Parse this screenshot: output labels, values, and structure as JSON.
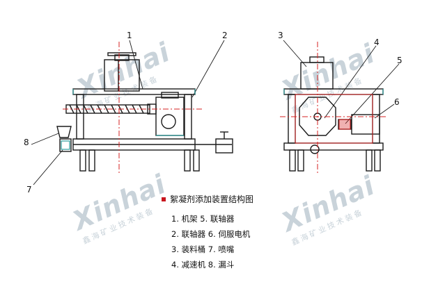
{
  "watermarks": [
    {
      "main": "Xinhai",
      "sub": "鑫海矿业技术装备"
    },
    {
      "main": "Xinhai",
      "sub": "鑫海矿业技术装备"
    },
    {
      "main": "Xinhai",
      "sub": "鑫海矿业技术装备"
    },
    {
      "main": "Xinhai",
      "sub": "鑫海矿业技术装备"
    }
  ],
  "legend": {
    "title": "絮凝剂添加装置结构图",
    "title_marker_color": "#c8161d",
    "items": [
      "1. 机架  5. 联轴器",
      "2. 联轴器 6. 伺服电机",
      "3. 装料桶 7. 喷嘴",
      "4. 减速机 8. 漏斗"
    ]
  },
  "callouts": [
    "1",
    "2",
    "3",
    "4",
    "5",
    "6",
    "7",
    "8"
  ],
  "colors": {
    "line": "#1a1a1a",
    "accent_red": "#d42020",
    "accent_teal": "#2a9a9a"
  }
}
